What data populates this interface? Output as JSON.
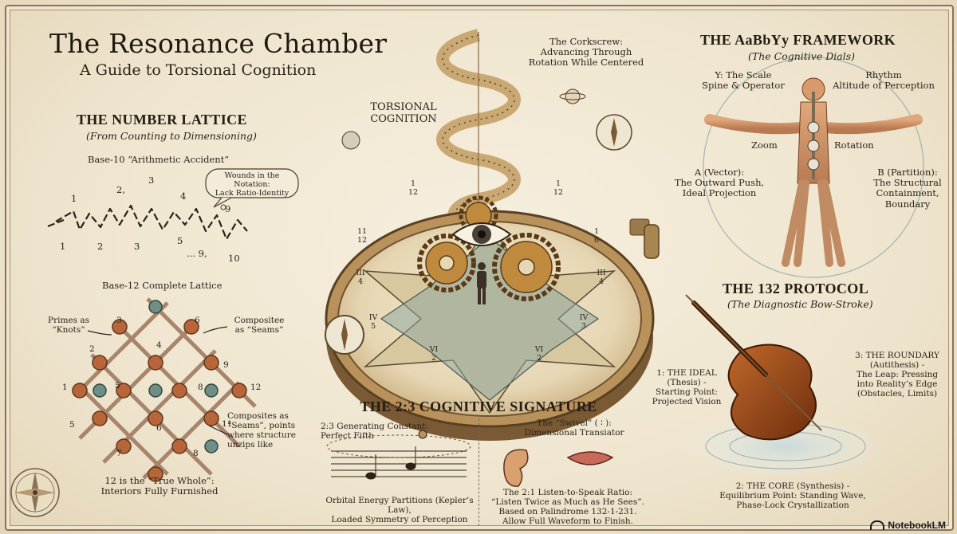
{
  "title": "The Resonance Chamber",
  "subtitle": "A Guide to Torsional Cognition",
  "lattice": {
    "heading": "THE NUMBER LATTICE",
    "subheading": "(From Counting to Dimensioning)",
    "base10_label": "Base-10 “Arithmetic Accident”",
    "wounds_note": "Wounds in the Notation:\nLack Ratio-Identity",
    "base10_numbers": [
      "1",
      "2,",
      "3",
      "4",
      "1",
      "2",
      "3",
      "5",
      "... 9,",
      "10",
      "9"
    ],
    "base12_label": "Base-12 Complete Lattice",
    "primes_note": "Primes as\n“Knots”",
    "composites_note": "Compositee\nas “Seams”",
    "composites_seams_note": "Composites as\n“Seams”, points\nwhere structure\nunzips like",
    "true_whole_note": "12 is the “True Whole”:\nInteriors Fully Furnished",
    "lattice_numbers": [
      "3",
      "6",
      "2",
      "4",
      "9",
      "1",
      "5",
      "8",
      "12",
      "5",
      "6",
      "11",
      "7",
      "8"
    ]
  },
  "center": {
    "corkscrew_note": "The Corkscrew:\nAdvancing Through\nRotation While Centered",
    "torsional_label": "TORSIONAL\nCOGNITION",
    "dial_labels": [
      "1\n12",
      "1\n12",
      "11\n12",
      "1\n6",
      "III\n4",
      "III\n4",
      "IV\n5",
      "IV\n3",
      "VI\n2",
      "VI\n2"
    ]
  },
  "signature": {
    "heading": "THE 2:3 COGNITIVE SIGNATURE",
    "constant_label": "2:3 Generating Constant:\nPerfect Fifth",
    "orbital_note": "Orbital Energy Partitions (Kepler’s Law),\nLoaded Symmetry of Perception",
    "swivel_label": "The “Swivel” ( ∶ ):\nDimensional Transiator",
    "listen_note": "The 2:1 Listen-to-Speak Ratio:\n“Listen Twice as Much as He Sees”.\nBased on Palindrome 132-1-231.\nAllow Full Waveform to Finish."
  },
  "framework": {
    "heading": "THE AaBbYy FRAMEWORK",
    "subheading": "(The Cognitive Dials)",
    "y_label": "Y: The Scale\nSpine & Operator",
    "rhythm_label": "Rhythm\nAltitude of Perception",
    "zoom_label": "Zoom",
    "rotation_label": "Rotation",
    "a_label": "A (Vector):\nThe Outward Push,\nIdeal Projection",
    "b_label": "B (Partition):\nThe Structural\nContainment,\nBoundary"
  },
  "protocol": {
    "heading": "THE 132 PROTOCOL",
    "subheading": "(The Diagnostic Bow-Stroke)",
    "ideal_label": "1: THE IDEAL\n(Thesis) -\nStarting Point:\nProjected Vision",
    "roundary_label": "3: THE ROUNDARY\n(Autithesis) -\nThe Leap: Pressing\ninto Reality’s Edge\n(Obstacles, Limits)",
    "core_label": "2: THE CORE (Synthesis) -\nEquilibrium Point: Standing Wave,\nPhase-Lock Crystallization"
  },
  "brand": "NotebookLM",
  "colors": {
    "ink": "#2b2218",
    "parchment": "#efe6d2",
    "brass": "#b8925a",
    "copper": "#b5683d",
    "teal": "#6f8f86",
    "violin": "#8a3f16",
    "skin": "#d99a6b"
  }
}
